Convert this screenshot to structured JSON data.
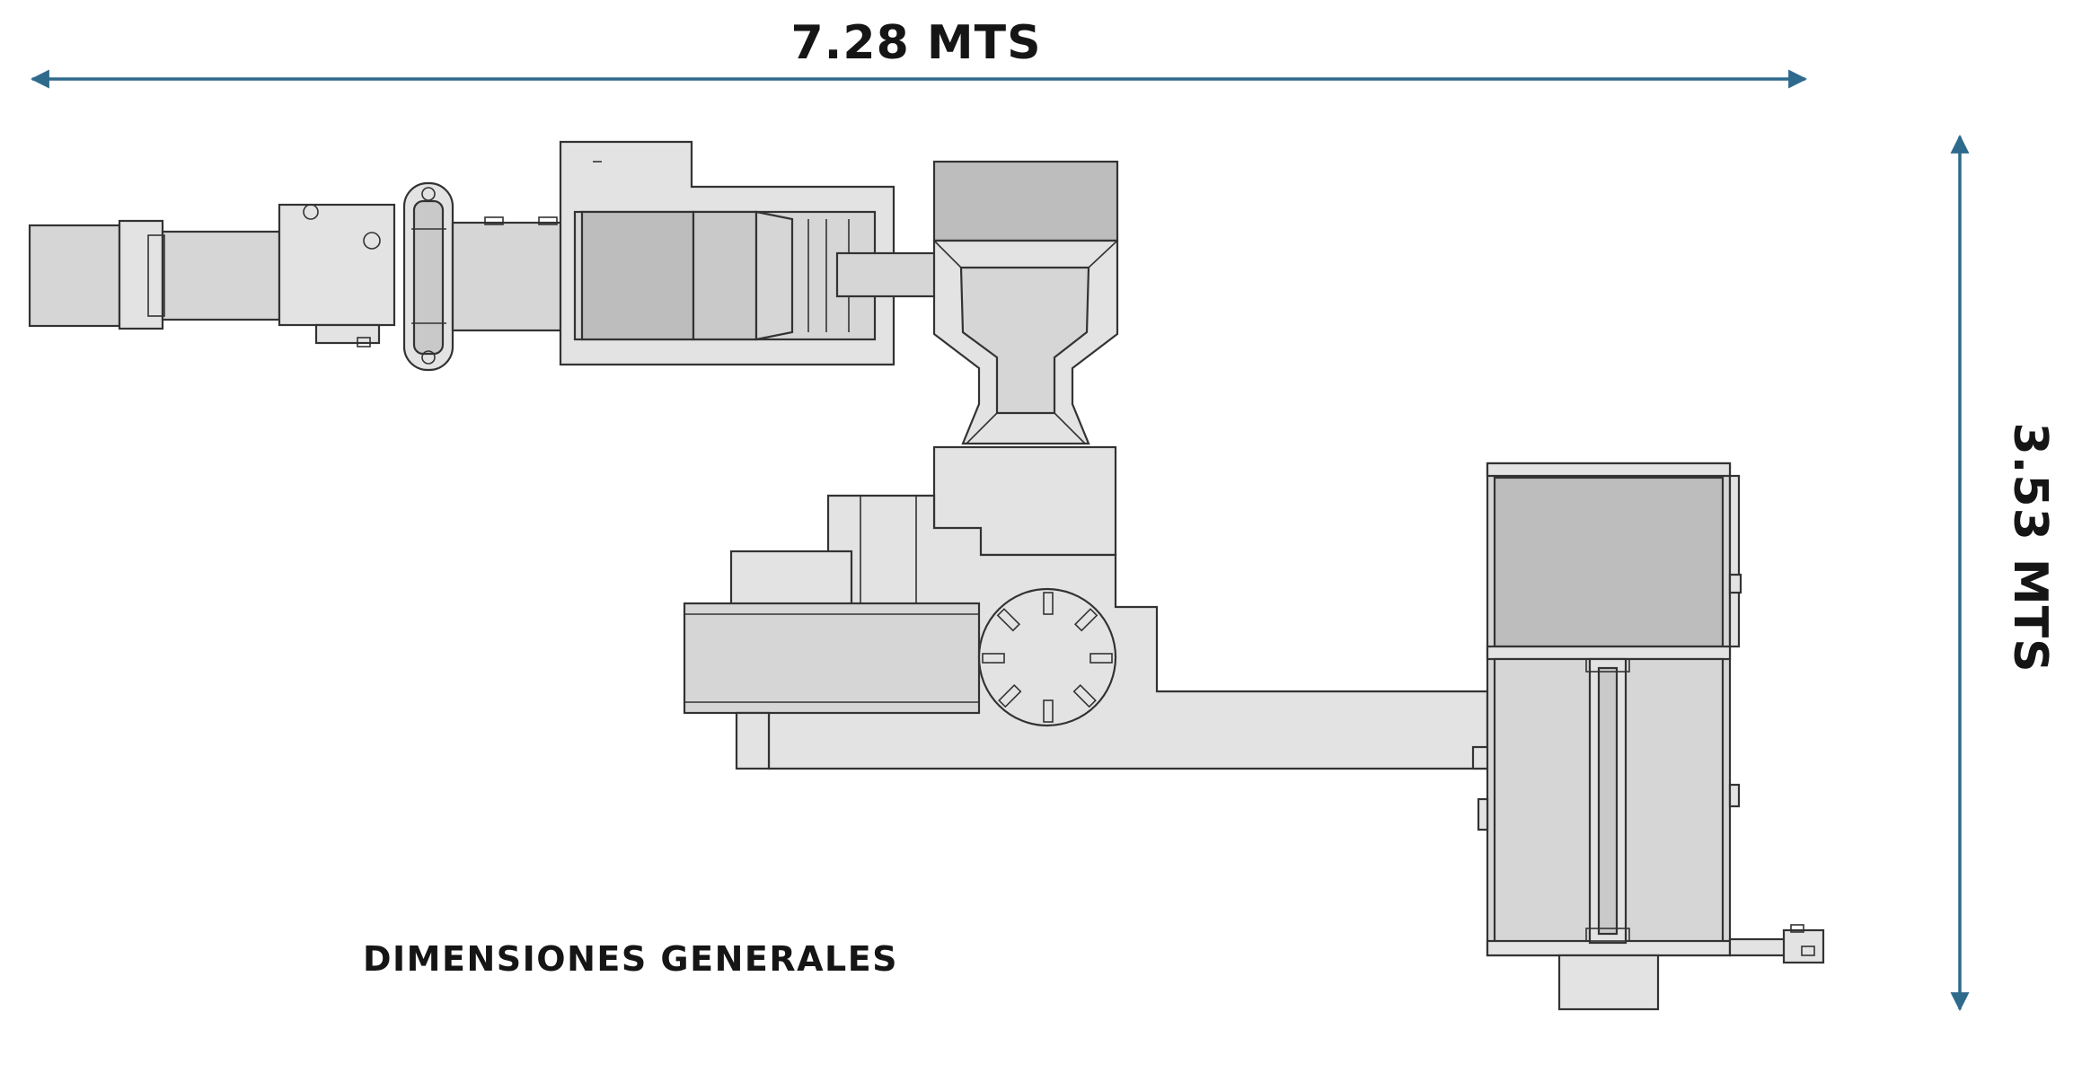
{
  "dimensions": {
    "width_label": "7.28 MTS",
    "height_label": "3.53 MTS",
    "caption": "DIMENSIONES GENERALES"
  },
  "colors": {
    "dimension_line": "#2e6a8c",
    "machine_fill": "#d6d6d6",
    "machine_outline": "#333333",
    "text": "#151515"
  }
}
